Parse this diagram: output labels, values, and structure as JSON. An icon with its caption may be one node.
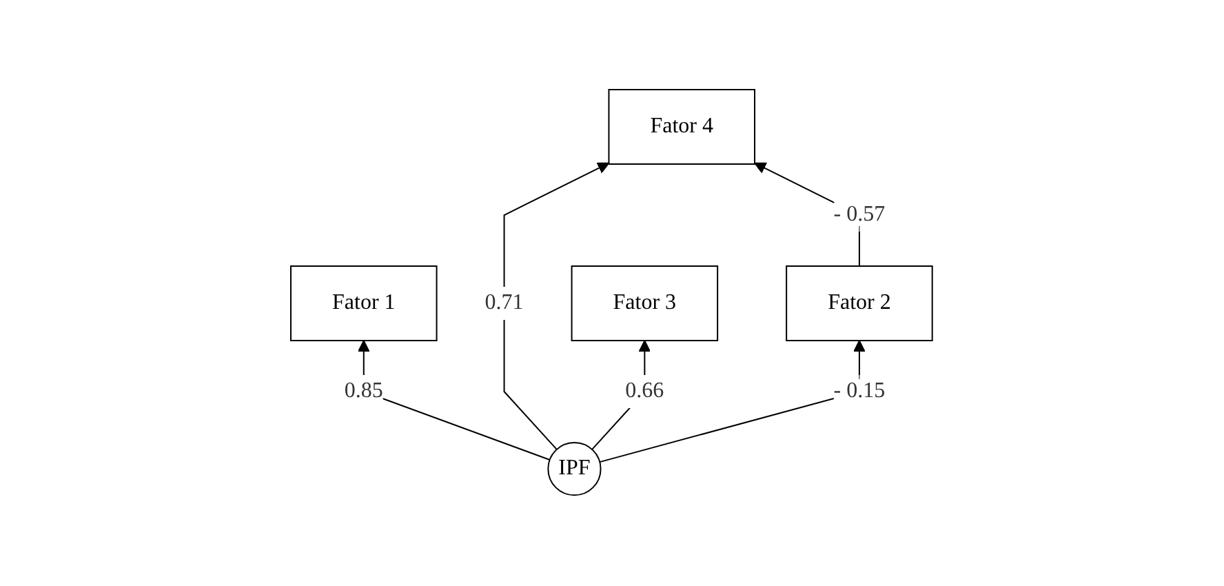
{
  "diagram": {
    "nodes": [
      {
        "text": [
          "Fator 1"
        ]
      },
      {
        "text": [
          "Fator 2"
        ]
      },
      {
        "text": [
          "Fator 3"
        ]
      },
      {
        "text": [
          "Fator 4"
        ]
      },
      {
        "text": [
          "IPF"
        ]
      }
    ],
    "edges": [
      {
        "from": 4,
        "to": 0,
        "arrow": "to",
        "label": "0.85"
      },
      {
        "from": 4,
        "to": 1,
        "arrow": "to",
        "label": "- 0.15"
      },
      {
        "from": 4,
        "to": 2,
        "arrow": "to",
        "label": "0.66"
      },
      {
        "from": 4,
        "to": 3,
        "arrow": "to",
        "label": "0.71"
      },
      {
        "from": 1,
        "to": 3,
        "arrow": "to",
        "label": "- 0.57"
      }
    ]
  }
}
